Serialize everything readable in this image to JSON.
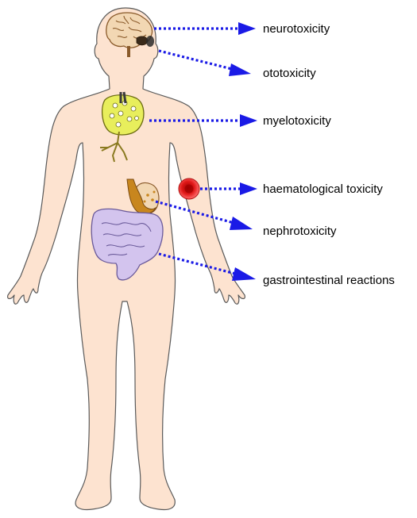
{
  "colors": {
    "skin": "#fde3d0",
    "outline": "#5a5a5a",
    "arrow": "#1a1ae6",
    "brain": "#f2d7b3",
    "marrow": "#e8ee5c",
    "kidney": "#c8861e",
    "intestine": "#d3c4ee",
    "blood": "#e01010"
  },
  "labels": {
    "neurotoxicity": "neurotoxicity",
    "ototoxicity": "ototoxicity",
    "myelotoxicity": "myelotoxicity",
    "haematological": "haematological toxicity",
    "nephrotoxicity": "nephrotoxicity",
    "gastrointestinal": "gastrointestinal reactions"
  },
  "icons": [
    "brain-icon",
    "ear-icon",
    "bone-marrow-icon",
    "blood-cell-icon",
    "kidney-icon",
    "intestine-icon"
  ]
}
